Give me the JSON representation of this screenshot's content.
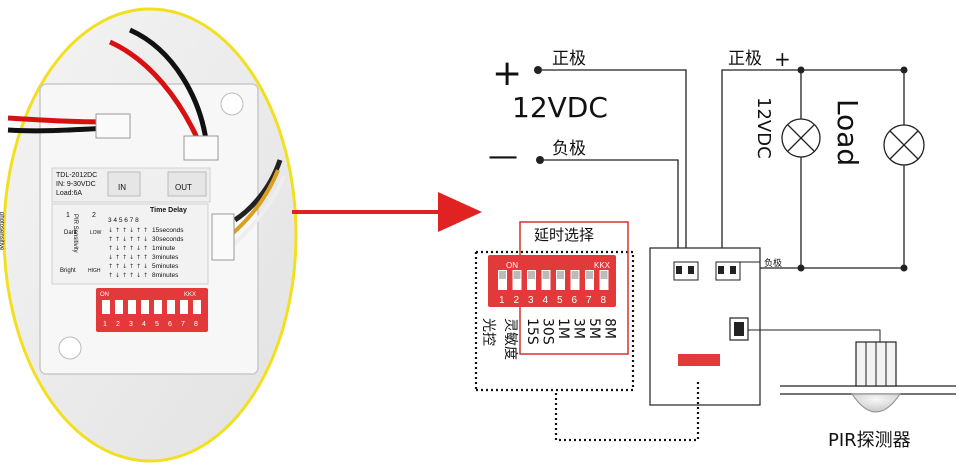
{
  "photo": {
    "model_label": "TDL-2012DC",
    "input_label": "IN: 9-30VDC",
    "load_label": "Load:6A",
    "in_terminal": "IN",
    "out_terminal": "OUT",
    "time_delay_title": "Time Delay",
    "switch_numbers_header": "3 4 5 6 7 8",
    "delay_options": [
      "15seconds",
      "30seconds",
      "1minute",
      "3minutes",
      "5minutes",
      "8minutes"
    ],
    "photosensitive_label": "photosensitive",
    "dark_label": "Dark",
    "bright_label": "Bright",
    "pir_sensitivity_label": "PIR Sensitivity",
    "low_label": "LOW",
    "high_label": "HIGH",
    "col1_number": "1",
    "col2_number": "2",
    "dip_on_label": "ON",
    "dip_brand_label": "KKX",
    "dip_numbers": [
      "1",
      "2",
      "3",
      "4",
      "5",
      "6",
      "7",
      "8"
    ]
  },
  "diagram": {
    "plus_symbol": "+",
    "minus_symbol": "—",
    "positive_label": "正极",
    "negative_label": "负极",
    "supply_label": "12VDC",
    "positive2_label": "正极",
    "positive2_plus": "+",
    "supply2_label": "12VDC",
    "load_label": "Load",
    "board_negative_label": "负极",
    "delay_select_label": "延时选择",
    "dip_on_label": "ON",
    "dip_brand_label": "KKX",
    "dip_numbers": [
      "1",
      "2",
      "3",
      "4",
      "5",
      "6",
      "7",
      "8"
    ],
    "light_control_label": "光控",
    "sensitivity_label": "灵敏度",
    "delay_values": [
      "15S",
      "30S",
      "1M",
      "3M",
      "5M",
      "8M"
    ],
    "pir_label": "PIR探测器"
  },
  "colors": {
    "arrow": "#e02222",
    "dip_red": "#e23a3a",
    "highlight_circle": "#f2e020",
    "selection_box": "#d83030",
    "wire": "#222222"
  }
}
